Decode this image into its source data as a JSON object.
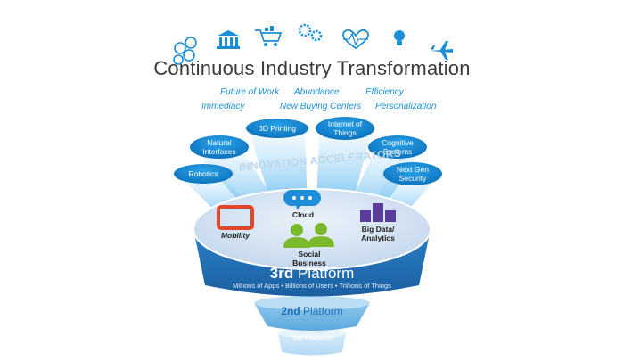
{
  "title": "Continuous Industry Transformation",
  "icons": [
    "currency-exchange-icon",
    "bank-icon",
    "shopping-cart-icon",
    "gears-icon",
    "healthcare-heart-icon",
    "lightbulb-icon",
    "airplane-icon"
  ],
  "trends": {
    "row1": [
      "Future of Work",
      "Abundance",
      "Efficiency"
    ],
    "row2": [
      "Immediacy",
      "New Buying Centers",
      "Personalization"
    ]
  },
  "accelerators": {
    "heading": "INNOVATION ACCELERATORS",
    "items": [
      "Robotics",
      "Natural Interfaces",
      "3D Printing",
      "Internet of Things",
      "Cognitive Systems",
      "Next Gen Security"
    ]
  },
  "third_platform": {
    "pillars": [
      "Mobility",
      "Cloud",
      "Social Business",
      "Big Data/ Analytics"
    ],
    "label_bold": "3rd",
    "label_rest": "Platform",
    "subtitle": "Millions of Apps • Billions of Users • Trillions of Things"
  },
  "second_platform": {
    "label_bold": "2nd",
    "label_rest": "Platform"
  },
  "first_platform": {
    "label_bold": "1st",
    "label_rest": "Platform"
  },
  "colors": {
    "accent": "#1a8fd6",
    "title": "#3a3a3a",
    "disc_top": "#d6e4f3",
    "band": "#1f6fb6",
    "mobility": "#e3472b",
    "cloud": "#1f8ed8",
    "social": "#7ab929",
    "bigdata": "#5a3d9a"
  }
}
